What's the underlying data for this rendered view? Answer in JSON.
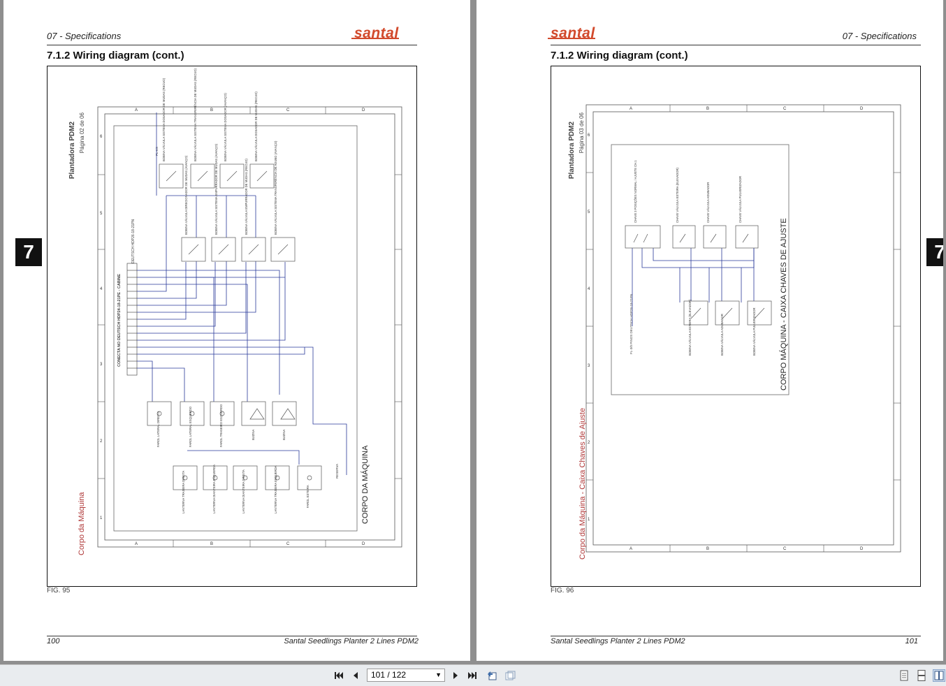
{
  "left_page": {
    "section": "07 - Specifications",
    "logo": "santal",
    "title": "7.1.2 Wiring diagram (cont.)",
    "figure_label": "FIG. 95",
    "page_number": "100",
    "footer_title": "Santal Seedlings Planter 2 Lines PDM2",
    "chapter_tab": "7",
    "diagram": {
      "sheet_title": "Plantadora PDM2",
      "sheet_page": "Página 02 de 06",
      "side_caption": "Corpo da Máquina",
      "main_caption": "CORPO DA MÁQUINA",
      "col_letters": [
        "A",
        "B",
        "C",
        "D"
      ],
      "row_numbers": [
        "6",
        "5",
        "4",
        "3",
        "2",
        "1"
      ],
      "connector_label": "CONECTA NO DEUTSCH HDP24-18-21PE - CABINE",
      "deutsch_label": "DEUTSCH HDP26-18-21PN",
      "fl_label": "FL-KS",
      "reserva": "RESERVA",
      "coils_top": [
        "BOBINA VÁLVULA SISTEMA DOSADOR DE MUDAS (RECUO)",
        "BOBINA VÁLVULA SISTEMA TRANSFERÊNCIA DE MUDAS (RECUO)",
        "BOBINA VÁLVULA SISTEMA DOSADOR (AVANÇO)",
        "BOBINA VÁLVULA DOSADOR DE MUDAS (RECUO)"
      ],
      "coils_mid": [
        "BOBINA VÁLVULA DIRECIONADOR DE MUDAS (AVANÇO)",
        "BOBINA VÁLVULA SISTEMA EMPURRADOR DE MUDAS (AVANÇO)",
        "BOBINA VÁLVULA EMPURRADOR DE MUDAS (RECUO)",
        "BOBINA VÁLVULA SISTEMA TRANSFERÊNCIA DE ADUBO (AVANÇO)"
      ],
      "loads_row1": [
        "FAROL LATERAL DIREITO",
        "FAROL LATERAL ESQUERDO",
        "FAROL TRASEIRO ESQUERDO",
        "BUZINA",
        "BUZINA"
      ],
      "loads_row2": [
        "LANTERNA TRASEIRA DIREITA",
        "LANTERNA DIANTEIRA ESQUERDA",
        "LANTERNA DIANTEIRA DIREITA",
        "LANTERNA TRASEIRA ESQUERDA",
        "FAROL ESTEIRA",
        "RESERVA"
      ]
    }
  },
  "right_page": {
    "section": "07 - Specifications",
    "logo": "santal",
    "title": "7.1.2 Wiring diagram (cont.)",
    "figure_label": "FIG. 96",
    "page_number": "101",
    "footer_title": "Santal Seedlings Planter 2 Lines PDM2",
    "chapter_tab": "7",
    "diagram": {
      "sheet_title": "Plantadora PDM2",
      "sheet_page": "Página 03 de 06",
      "side_caption": "Corpo da Máquina - Caixa Chaves de Ajuste",
      "main_caption": "CORPO MÁQUINA - CAIXA CHAVES DE AJUSTE",
      "col_letters": [
        "A",
        "B",
        "C",
        "D"
      ],
      "row_numbers": [
        "6",
        "5",
        "4",
        "3",
        "2",
        "1"
      ],
      "switches": [
        "CHAVE 3 POSIÇÕES NORMAL / AJUSTE CH.1",
        "CHAVE VÁLVULA ESTEIRA (ELEVADOR)",
        "CHAVE VÁLVULA ADUBADOR",
        "CHAVE VÁLVULA PULVERIZADOR"
      ],
      "coils": [
        "BOBINA VÁLVULA ESTEIRA (ELEVADOR)",
        "BOBINA VÁLVULA ADUBADOR",
        "BOBINA VÁLVULA PULVERIZADOR"
      ],
      "plug_label": "FL-3/0 PINOS DEUTSCH HDP26-18-21PN"
    }
  },
  "toolbar": {
    "page_indicator": "101 / 122",
    "first_icon": "first-page-icon",
    "prev_icon": "previous-page-icon",
    "next_icon": "next-page-icon",
    "last_icon": "last-page-icon"
  },
  "colors": {
    "wire": "#2a3a9a",
    "logo": "#d24a2c",
    "caption": "#b03a3a"
  }
}
